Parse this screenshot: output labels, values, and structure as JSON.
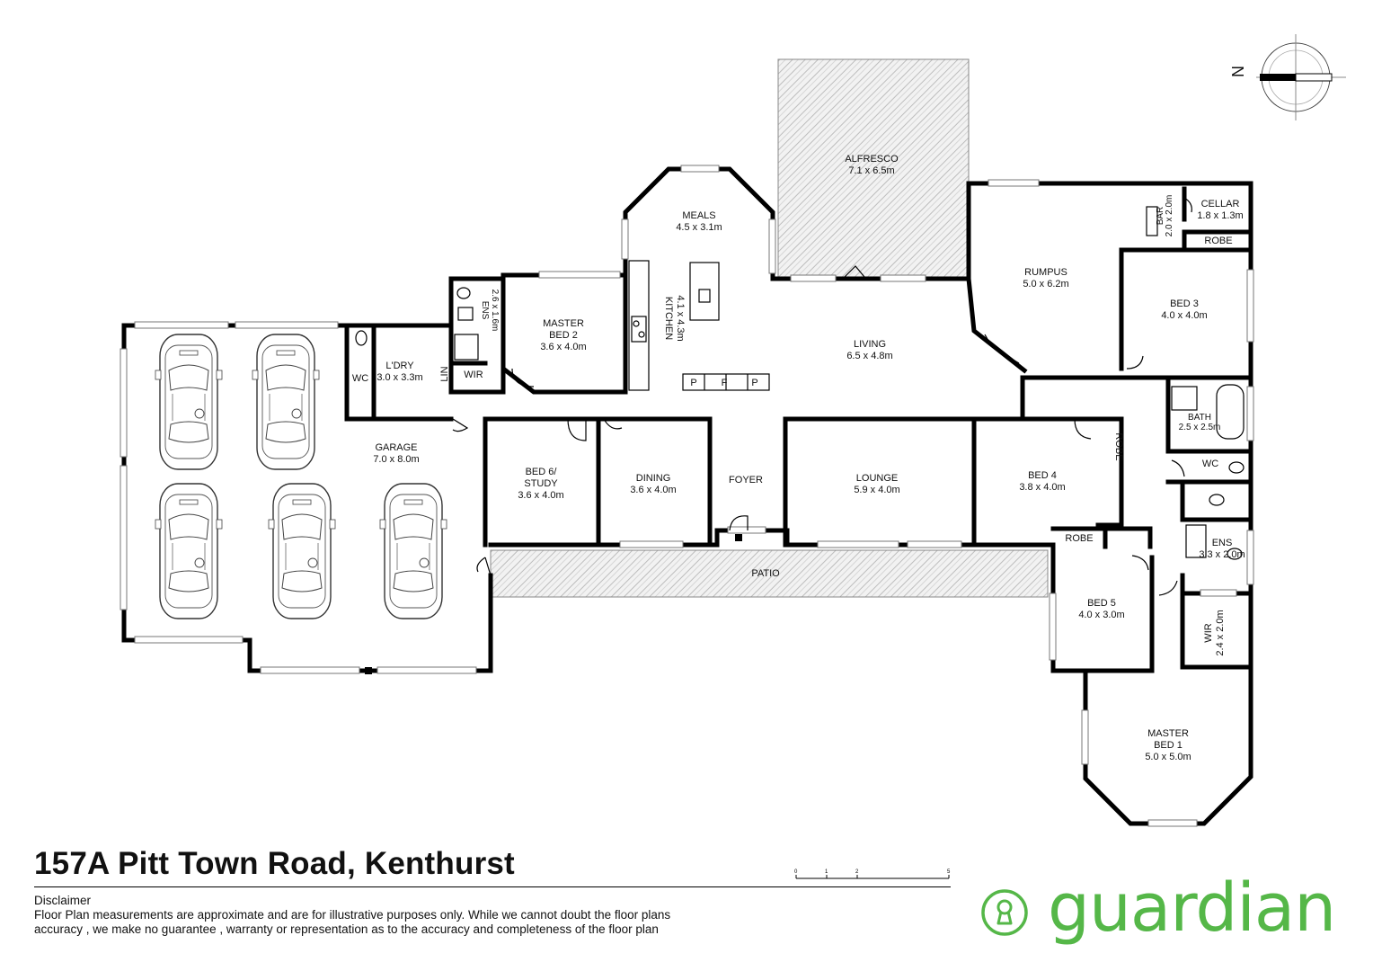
{
  "address": "157A Pitt Town Road, Kenthurst",
  "disclaimer": {
    "heading": "Disclaimer",
    "line1": "Floor Plan measurements are approximate and are for illustrative purposes only. While we cannot doubt the floor plans",
    "line2": "accuracy , we make no guarantee , warranty or representation as to the accuracy and completeness of the floor plan"
  },
  "brand": {
    "name": "guardian",
    "color": "#55b748",
    "icon": "keyhole-icon"
  },
  "compass": {
    "label": "N"
  },
  "scale": {
    "ticks": [
      "0",
      "1",
      "2",
      "5"
    ]
  },
  "rooms": {
    "alfresco": {
      "name": "ALFRESCO",
      "size": "7.1 x 6.5m"
    },
    "meals": {
      "name": "MEALS",
      "size": "4.5 x 3.1m"
    },
    "cellar": {
      "name": "CELLAR",
      "size": "1.8 x 1.3m"
    },
    "bar": {
      "name": "BAR",
      "size": "2.0 x 2.0m"
    },
    "robe3": {
      "name": "ROBE"
    },
    "rumpus": {
      "name": "RUMPUS",
      "size": "5.0 x 6.2m"
    },
    "bed3": {
      "name": "BED 3",
      "size": "4.0 x 4.0m"
    },
    "ens2": {
      "name": "ENS",
      "size": "2.6 x 1.6m"
    },
    "master2": {
      "name1": "MASTER",
      "name2": "BED 2",
      "size": "3.6 x 4.0m"
    },
    "kitchen": {
      "name": "KITCHEN",
      "size": "4.1 x 4.3m"
    },
    "living": {
      "name": "LIVING",
      "size": "6.5 x 4.8m"
    },
    "laundry": {
      "name": "L'DRY",
      "size": "3.0 x 3.3m"
    },
    "wc_l": {
      "name": "WC"
    },
    "lin": {
      "name": "LIN"
    },
    "wir2": {
      "name": "WIR"
    },
    "pantry": {
      "p1": "P",
      "f": "F",
      "p2": "P"
    },
    "bath": {
      "name": "BATH",
      "size": "2.5 x 2.5m"
    },
    "garage": {
      "name": "GARAGE",
      "size": "7.0 x 8.0m"
    },
    "bed6": {
      "name1": "BED 6/",
      "name2": "STUDY",
      "size": "3.6 x 4.0m"
    },
    "dining": {
      "name": "DINING",
      "size": "3.6 x 4.0m"
    },
    "foyer": {
      "name": "FOYER"
    },
    "lounge": {
      "name": "LOUNGE",
      "size": "5.9 x 4.0m"
    },
    "bed4": {
      "name": "BED 4",
      "size": "3.8 x 4.0m"
    },
    "robe4": {
      "name": "ROBE"
    },
    "wc_r": {
      "name": "WC"
    },
    "ens1": {
      "name": "ENS",
      "size": "3.3 x 2.0m"
    },
    "robe5": {
      "name": "ROBE"
    },
    "patio": {
      "name": "PATIO"
    },
    "bed5": {
      "name": "BED 5",
      "size": "4.0 x 3.0m"
    },
    "wir1": {
      "name": "WIR",
      "size": "2.4 x 2.0m"
    },
    "master1": {
      "name1": "MASTER",
      "name2": "BED 1",
      "size": "5.0 x 5.0m"
    }
  }
}
